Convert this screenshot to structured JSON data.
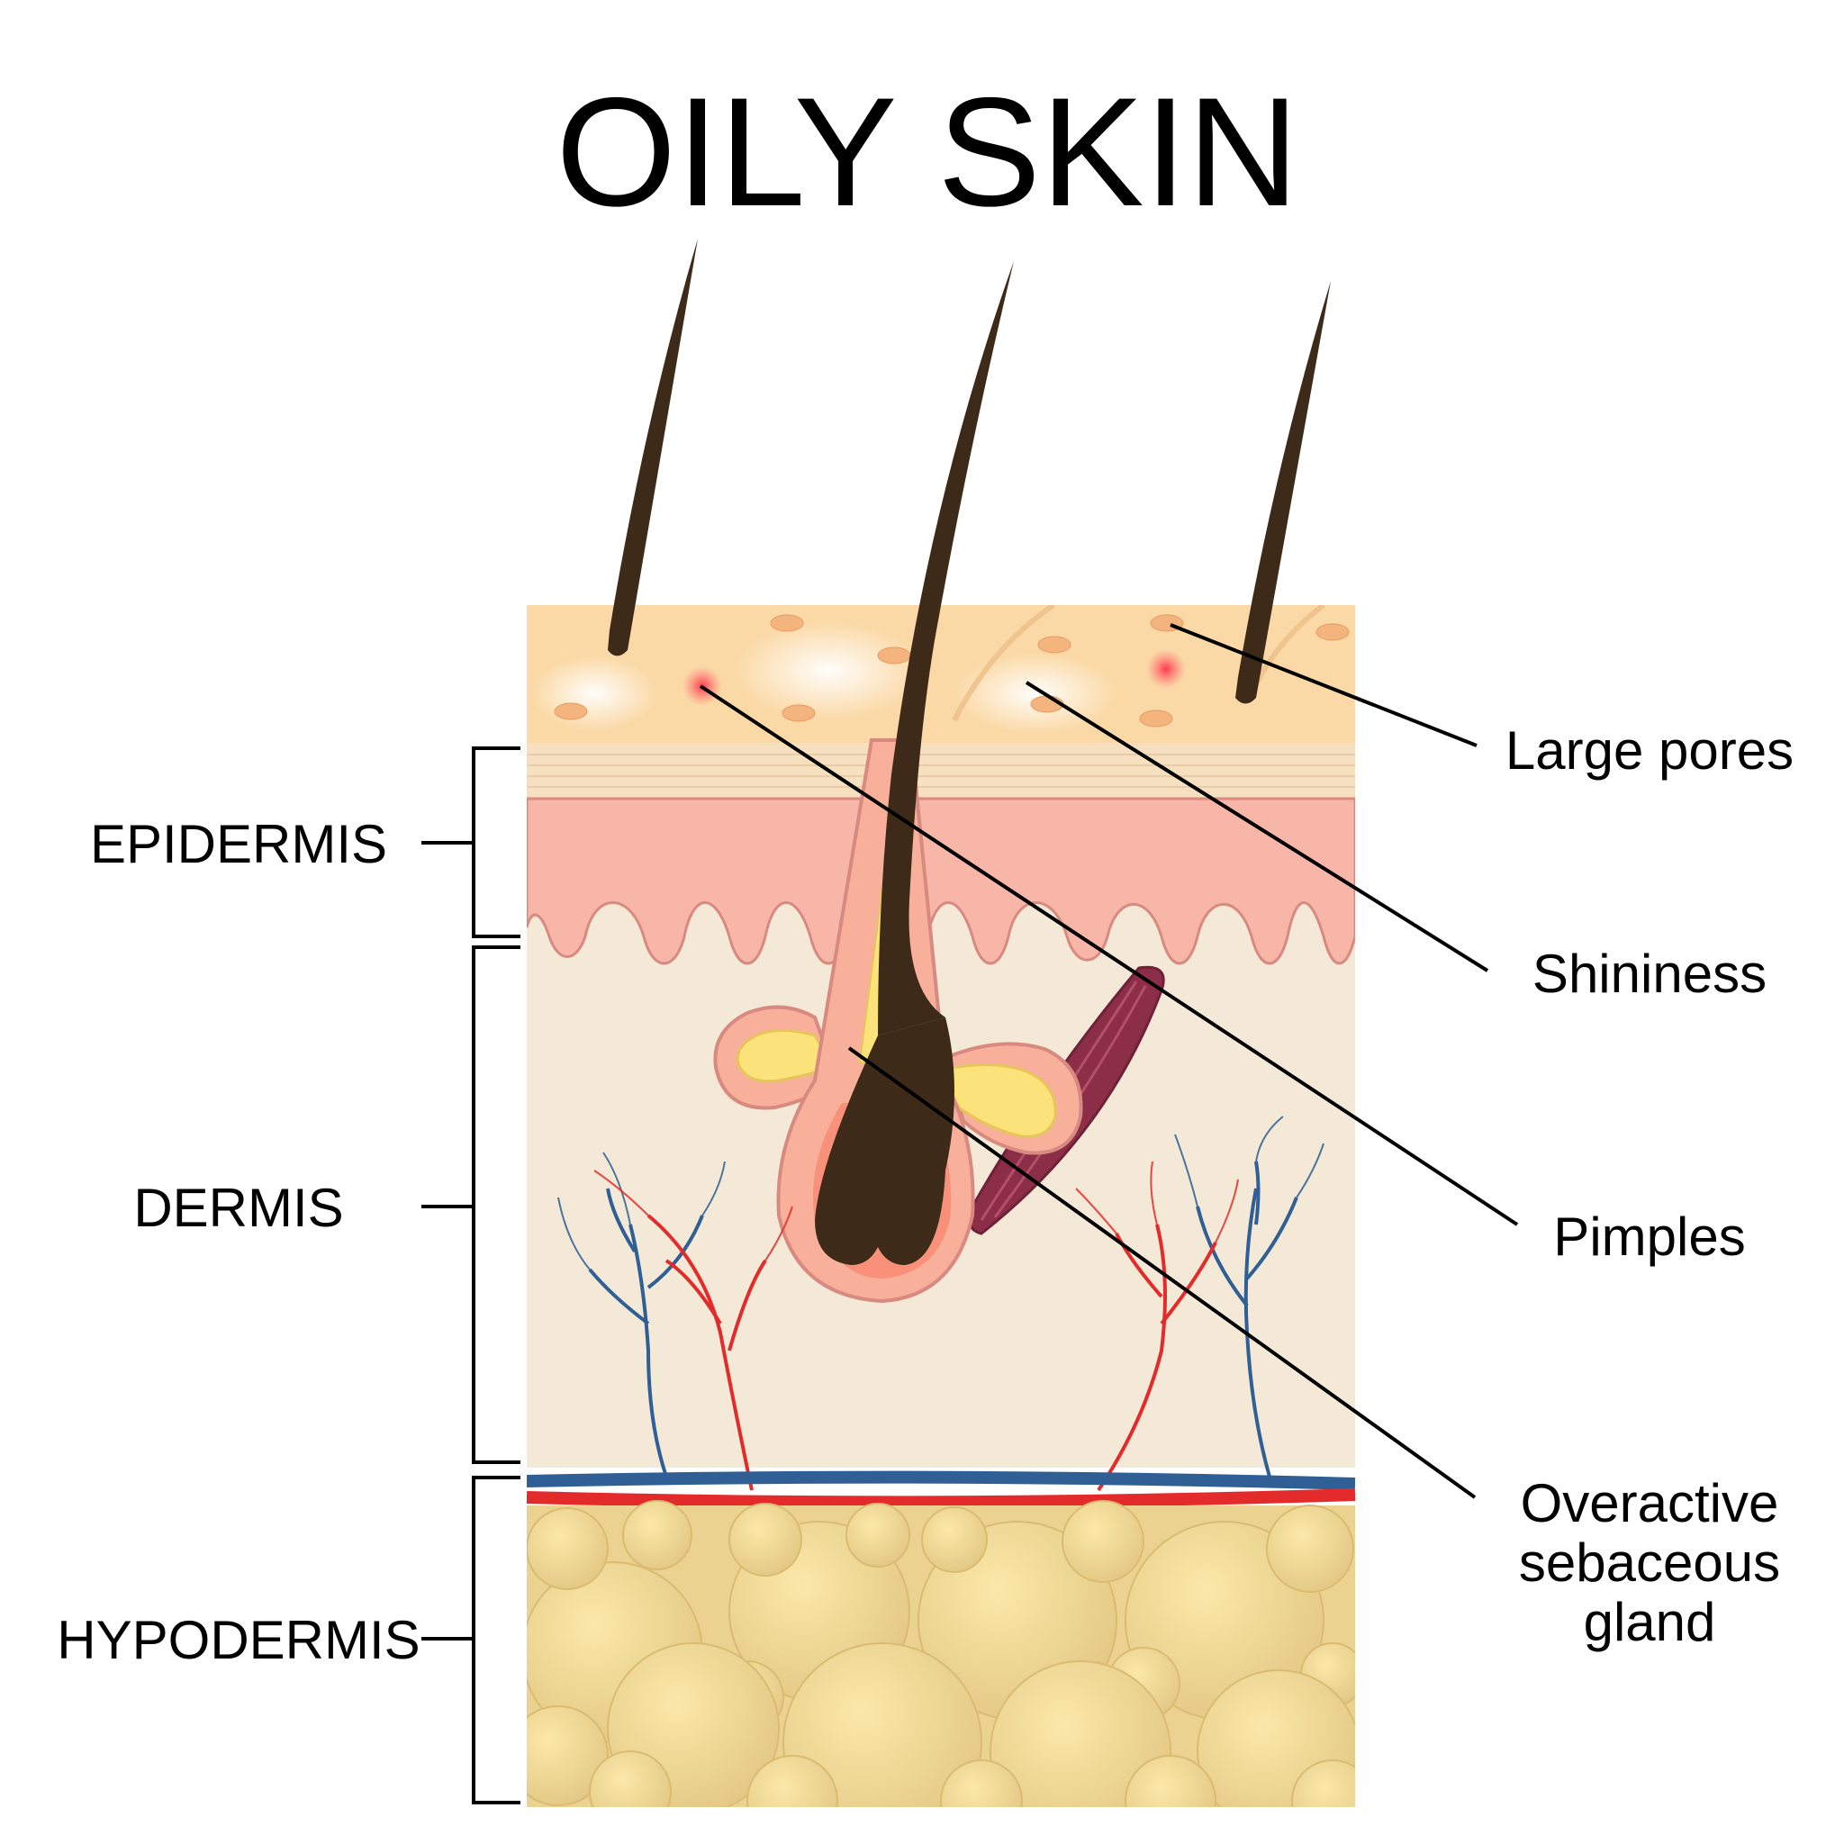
{
  "title": "OILY SKIN",
  "layers": {
    "epidermis": "EPIDERMIS",
    "dermis": "DERMIS",
    "hypodermis": "HYPODERMIS"
  },
  "callouts": {
    "large_pores": "Large pores",
    "shininess": "Shininess",
    "pimples": "Pimples",
    "gland_line1": "Overactive",
    "gland_line2": "sebaceous",
    "gland_line3": "gland"
  },
  "colors": {
    "surface": "#fbd9a6",
    "epidermis": "#f8b6a8",
    "dermis": "#f3e9d6",
    "fat": "#ecd290",
    "hair": "#3e2a18",
    "artery": "#e32b2b",
    "vein": "#2f5f95",
    "sebum": "#fbe27a",
    "muscle": "#8c2e48"
  }
}
